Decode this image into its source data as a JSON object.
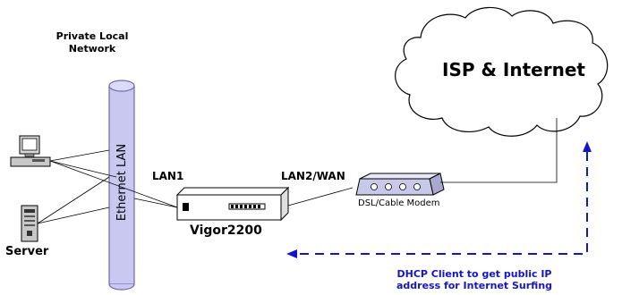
{
  "network": {
    "private_lan_label": "Private Local\nNetwork",
    "lan_cable_label": "Ethernet LAN",
    "server_label": "Server"
  },
  "router": {
    "name": "Vigor2200",
    "lan_port_label": "LAN1",
    "wan_port_label": "LAN2/WAN"
  },
  "modem": {
    "label": "DSL/Cable Modem"
  },
  "cloud": {
    "label": "ISP & Internet"
  },
  "dhcp_note": {
    "text": "DHCP Client to get public IP\naddress for Internet Surfing"
  },
  "colors": {
    "lan_tube": "#c8c8f0",
    "lan_tube_edge": "#6a6ab8",
    "dhcp_arrow": "#1414c8",
    "dhcp_text": "#1414c8",
    "modem_body": "#c8c8e8"
  }
}
